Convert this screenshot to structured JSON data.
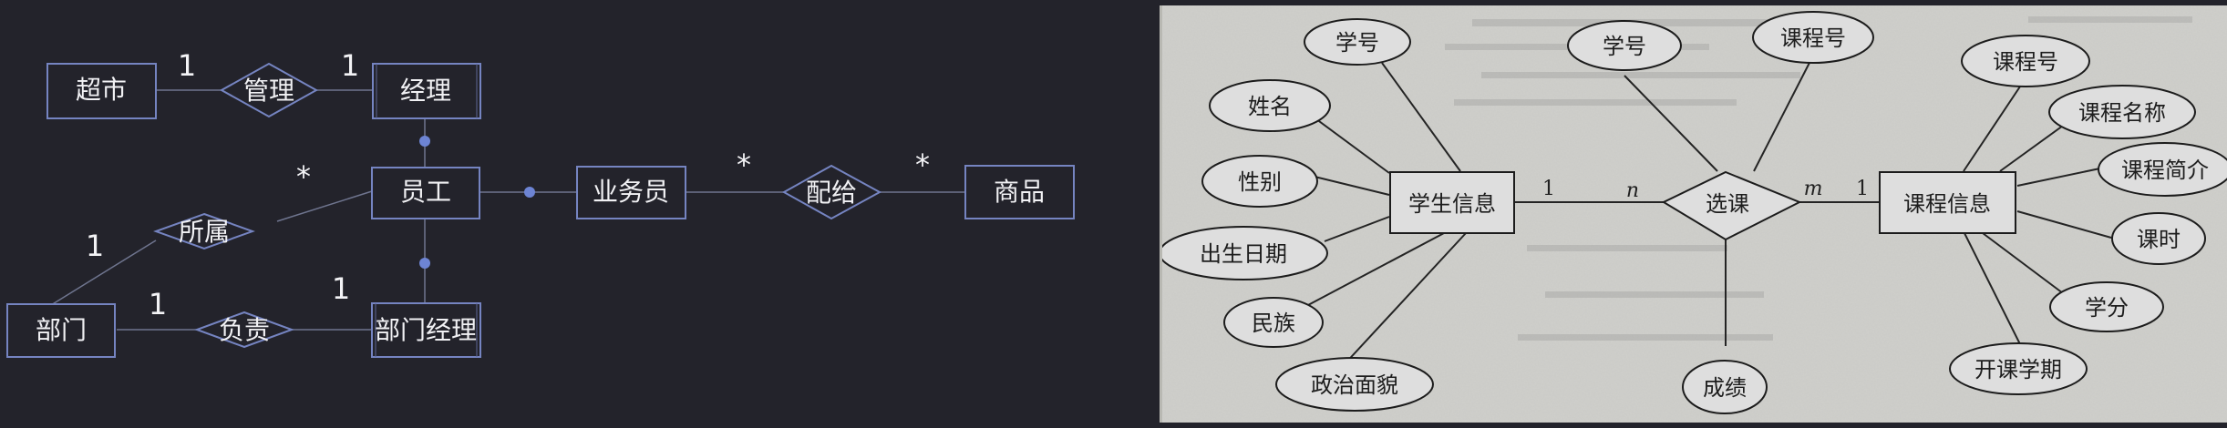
{
  "left_diagram": {
    "entities": {
      "supermarket": "超市",
      "manager": "经理",
      "employee": "员工",
      "salesperson": "业务员",
      "goods": "商品",
      "department": "部门",
      "department_manager": "部门经理"
    },
    "relationships": {
      "manage": "管理",
      "belongs_to": "所属",
      "responsible": "负责",
      "distribute": "配给"
    },
    "multiplicities": {
      "supermarket_manage": "1",
      "manager_manage": "1",
      "employee_belongs": "*",
      "department_belongs": "1",
      "department_responsible": "1",
      "department_manager_responsible": "1",
      "salesperson_distribute": "*",
      "goods_distribute": "*"
    }
  },
  "right_diagram": {
    "entities": {
      "student_info": "学生信息",
      "course_info": "课程信息"
    },
    "relationship": "选课",
    "student_attributes": {
      "id": "学号",
      "name": "姓名",
      "gender": "性别",
      "birth_date": "出生日期",
      "ethnicity": "民族",
      "political_status": "政治面貌"
    },
    "selection_attributes": {
      "student_id": "学号",
      "course_id": "课程号",
      "grade": "成绩"
    },
    "course_attributes": {
      "course_id": "课程号",
      "course_name": "课程名称",
      "course_intro": "课程简介",
      "hours": "课时",
      "credits": "学分",
      "semester": "开课学期"
    },
    "multiplicities": {
      "student_side_1": "1",
      "student_side_n": "n",
      "course_side_m": "m",
      "course_side_1": "1"
    }
  },
  "colors": {
    "dark_background": "#23232b",
    "dark_line": "#6f758f",
    "connector_dot": "#6d84d4",
    "paper_background": "#cfcfcb"
  }
}
